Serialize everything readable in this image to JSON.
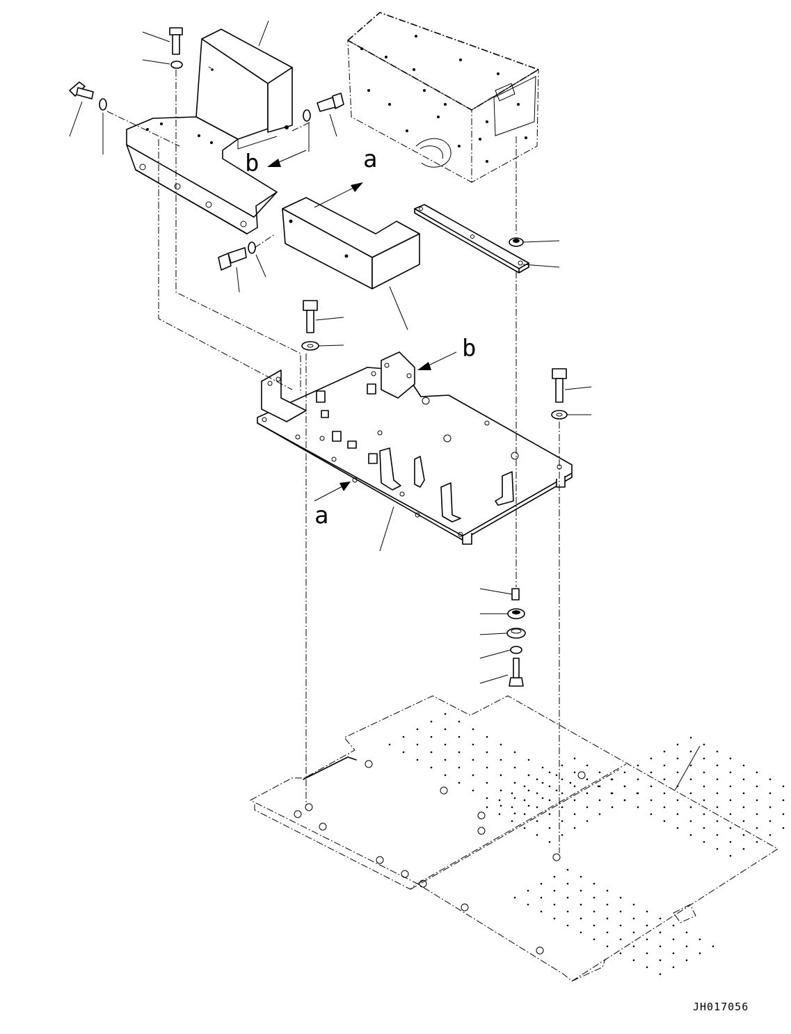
{
  "drawing": {
    "code": "JH017056",
    "view_labels": [
      "a",
      "b",
      "a",
      "b"
    ]
  }
}
